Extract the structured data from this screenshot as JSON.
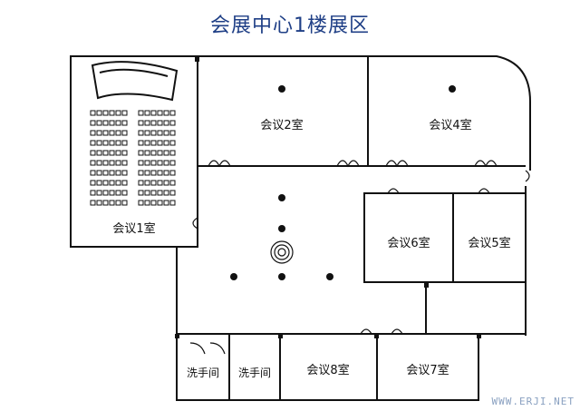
{
  "title": "会展中心1楼展区",
  "rooms": {
    "room1": "会议1室",
    "room2": "会议2室",
    "room4": "会议4室",
    "room5": "会议5室",
    "room6": "会议6室",
    "room7": "会议7室",
    "room8": "会议8室",
    "restroom_a": "洗手间",
    "restroom_b": "洗手间"
  },
  "watermark": "WWW.ERJI.NET",
  "colors": {
    "title": "#1f3f86",
    "wall": "#111111",
    "watermark": "#8aa1c1"
  }
}
